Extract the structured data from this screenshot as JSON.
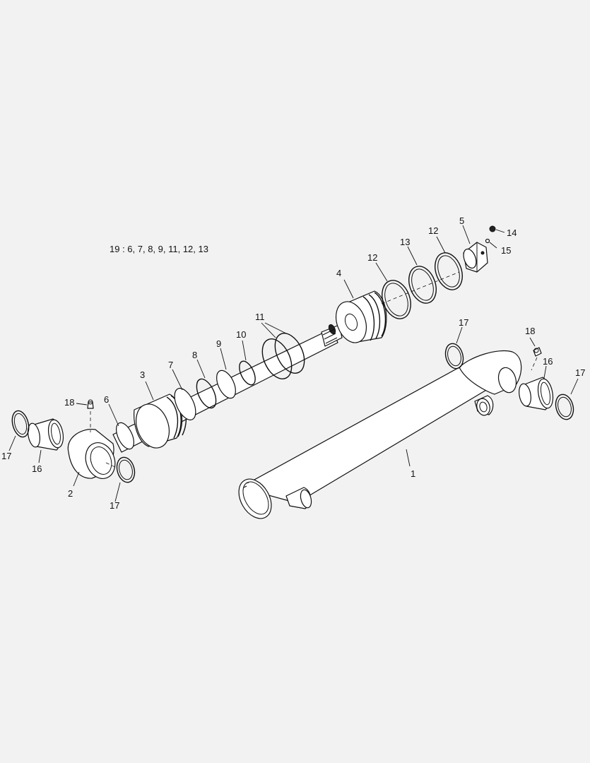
{
  "diagram": {
    "kit_note": "19 : 6, 7, 8, 9, 11, 12, 13",
    "callouts": [
      "1",
      "2",
      "3",
      "4",
      "5",
      "6",
      "7",
      "8",
      "9",
      "10",
      "11",
      "12",
      "12",
      "13",
      "14",
      "15",
      "16",
      "16",
      "17",
      "17",
      "17",
      "17",
      "18",
      "18"
    ]
  }
}
